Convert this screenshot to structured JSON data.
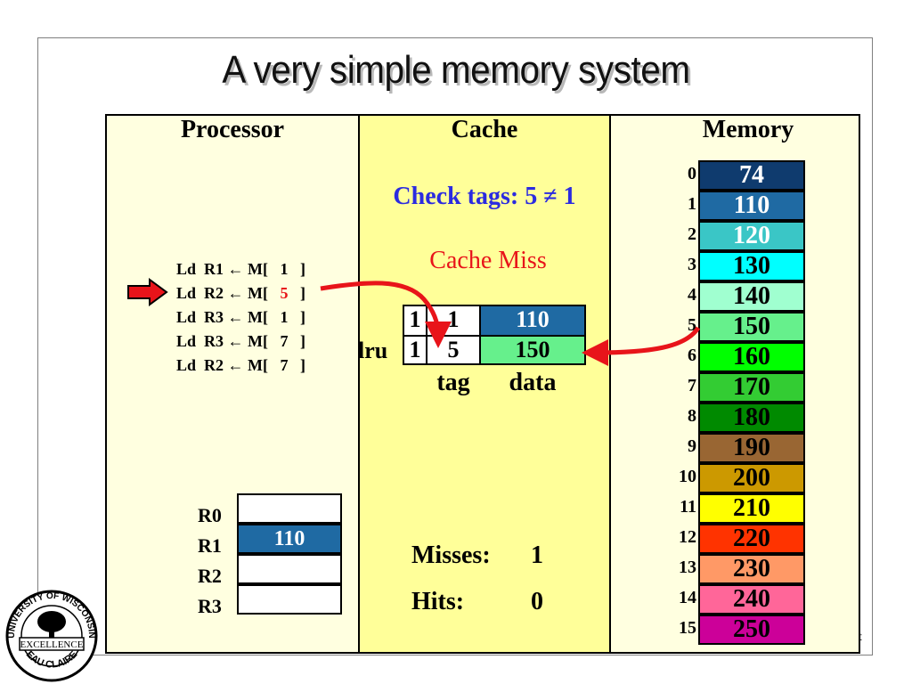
{
  "title": "A very simple memory system",
  "panels": {
    "processor": "Processor",
    "cache": "Cache",
    "memory": "Memory"
  },
  "instructions": [
    {
      "text": "Ld  R1 ← M[   1   ]"
    },
    {
      "pre": "Ld  R2 ← M[   ",
      "addr": "5",
      "post": "   ]"
    },
    {
      "text": "Ld  R3 ← M[   1   ]"
    },
    {
      "text": "Ld  R3 ← M[   7   ]"
    },
    {
      "text": "Ld  R2 ← M[   7   ]"
    }
  ],
  "registers": [
    {
      "label": "R0",
      "value": ""
    },
    {
      "label": "R1",
      "value": "110"
    },
    {
      "label": "R2",
      "value": ""
    },
    {
      "label": "R3",
      "value": ""
    }
  ],
  "cache": {
    "check_text": "Check tags: 5 ≠ 1",
    "result_text": "Cache Miss",
    "lru_label": "lru",
    "rows": [
      {
        "valid": "1",
        "tag": "1",
        "data": "110"
      },
      {
        "valid": "1",
        "tag": "5",
        "data": "150"
      }
    ],
    "col_tag": "tag",
    "col_data": "data",
    "misses_label": "Misses:",
    "misses": "1",
    "hits_label": "Hits:",
    "hits": "0"
  },
  "memory": [
    {
      "addr": "0",
      "value": "74",
      "color": "#0f3b6e",
      "text": "#ffffff"
    },
    {
      "addr": "1",
      "value": "110",
      "color": "#1f6aa3",
      "text": "#ffffff"
    },
    {
      "addr": "2",
      "value": "120",
      "color": "#3ac6c6",
      "text": "#ffffff"
    },
    {
      "addr": "3",
      "value": "130",
      "color": "#00ffff",
      "text": "#000000"
    },
    {
      "addr": "4",
      "value": "140",
      "color": "#a0ffd0",
      "text": "#000000"
    },
    {
      "addr": "5",
      "value": "150",
      "color": "#66f08c",
      "text": "#000000"
    },
    {
      "addr": "6",
      "value": "160",
      "color": "#00ff00",
      "text": "#000000"
    },
    {
      "addr": "7",
      "value": "170",
      "color": "#33cc33",
      "text": "#000000"
    },
    {
      "addr": "8",
      "value": "180",
      "color": "#008a00",
      "text": "#000000"
    },
    {
      "addr": "9",
      "value": "190",
      "color": "#996633",
      "text": "#000000"
    },
    {
      "addr": "10",
      "value": "200",
      "color": "#cc9900",
      "text": "#000000"
    },
    {
      "addr": "11",
      "value": "210",
      "color": "#ffff00",
      "text": "#000000"
    },
    {
      "addr": "12",
      "value": "220",
      "color": "#ff3300",
      "text": "#000000"
    },
    {
      "addr": "13",
      "value": "230",
      "color": "#ff9966",
      "text": "#000000"
    },
    {
      "addr": "14",
      "value": "240",
      "color": "#ff6699",
      "text": "#000000"
    },
    {
      "addr": "15",
      "value": "250",
      "color": "#cc0099",
      "text": "#000000"
    }
  ],
  "colors": {
    "panel_bg": "#ffffe0",
    "cache_bg": "#ffff99",
    "reg_fill": "#1f6aa3",
    "accent_red": "#e8141a",
    "check_blue": "#2b2be0"
  },
  "logo": {
    "top_text": "UNIVERSITY OF WISCONSIN",
    "middle_text": "EXCELLENCE",
    "bottom_text": "EAU CLAIRE"
  },
  "footer_fragment": "t"
}
